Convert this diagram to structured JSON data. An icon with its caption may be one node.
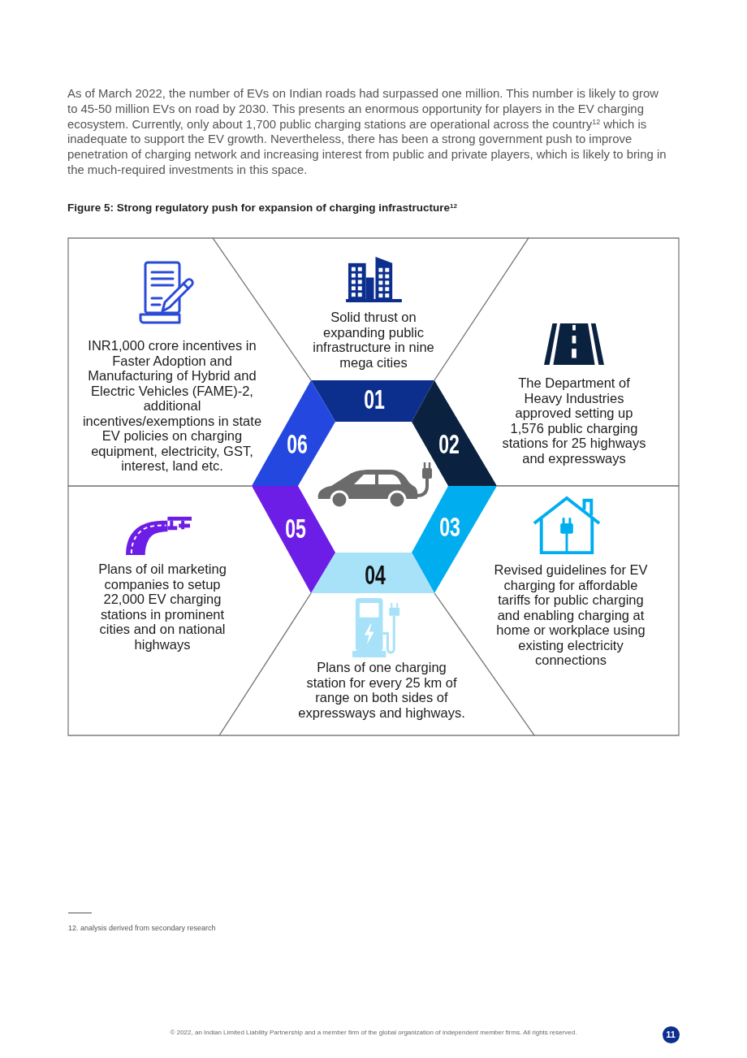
{
  "diagram": {
    "title": "Figure 5: Strong regulatory push for expansion of charging infrastructure$^{12}$",
    "nodes": [
      {
        "text": [
          "01"
        ]
      },
      {
        "text": [
          "Solid thrust on expanding public infrastructure in nine mega cities"
        ]
      },
      {
        "text": [
          "02"
        ]
      },
      {
        "text": [
          "The Department of Heavy Industries approved setting up 1,576 public charging stations for 25 highways and expressways"
        ]
      },
      {
        "text": [
          "03"
        ]
      },
      {
        "text": [
          "Revised guidelines for EV charging for affordable tariffs for public charging and enabling charging at home or workplace using existing electricity connections"
        ]
      },
      {
        "text": [
          "04"
        ]
      },
      {
        "text": [
          "Plans of one charging station for every 25 km of range on both sides of expressways and highways."
        ]
      },
      {
        "text": [
          "05"
        ]
      },
      {
        "text": [
          "Plans of oil marketing companies to setup 22,000 EV charging stations in prominent cities and on national highways"
        ]
      },
      {
        "text": [
          "06"
        ]
      },
      {
        "text": [
          "INR1,000 crore incentives in Faster Adoption and Manufacturing of Hybrid and Electric Vehicles (FAME)-2, additional incentives/exemptions in state EV policies on charging equipment, electricity, GST, interest, land etc."
        ]
      }
    ],
    "labels": [
      "As of March 2022, the number of EVs on Indian roads had surpassed one million. This number is likely to grow to 45-50 million EVs on road by 2030. This presents an enormous opportunity for players in the EV charging ecosystem. Currently, only about 1,700 public charging stations are operational across the country$^{12}$ which is inadequate to support the EV growth. Nevertheless, there has been a strong government push to improve penetration of charging network and increasing interest from public and private players, which is likely to bring in the much-required investments in this space.",
      "12. analysis derived from secondary research",
      "© 2022, an Indian Limited Liability Partnership and a member firm of the global organization of independent member firms. All rights reserved.",
      "11"
    ]
  }
}
